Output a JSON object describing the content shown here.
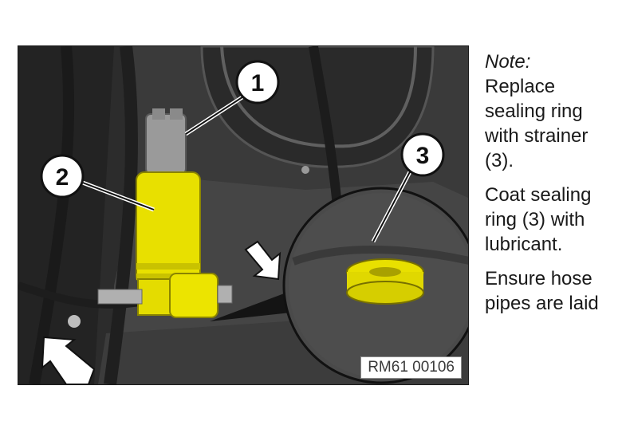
{
  "figure": {
    "callouts": [
      "1",
      "2",
      "3"
    ],
    "reference_code": "RM61 00106",
    "colors": {
      "component_yellow": "#e8e000",
      "background_dark": "#2f2f2f",
      "arrow_white": "#ffffff"
    },
    "icons": [
      "arrow-icon",
      "arrow-icon"
    ]
  },
  "instructions": {
    "note_label": "Note:",
    "note_text": "Replace sealing ring with strainer (3).",
    "step_coat": "Coat sealing ring (3) with lubricant.",
    "step_ensure": "Ensure hose pipes are laid"
  }
}
